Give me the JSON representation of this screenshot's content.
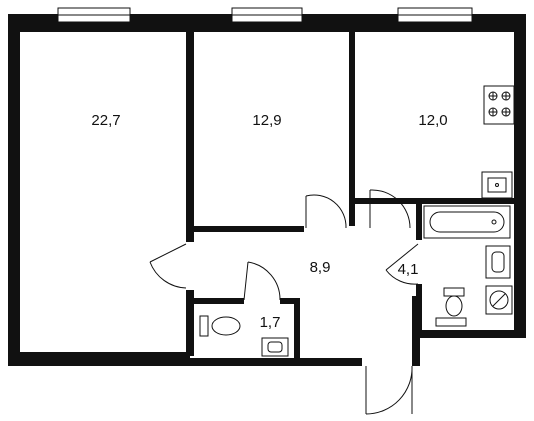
{
  "floor_plan": {
    "rooms": [
      {
        "id": "living-room",
        "area_label": "22,7"
      },
      {
        "id": "bedroom",
        "area_label": "12,9"
      },
      {
        "id": "kitchen",
        "area_label": "12,0"
      },
      {
        "id": "hallway",
        "area_label": "8,9"
      },
      {
        "id": "bathroom",
        "area_label": "4,1"
      },
      {
        "id": "toilet",
        "area_label": "1,7"
      }
    ]
  }
}
